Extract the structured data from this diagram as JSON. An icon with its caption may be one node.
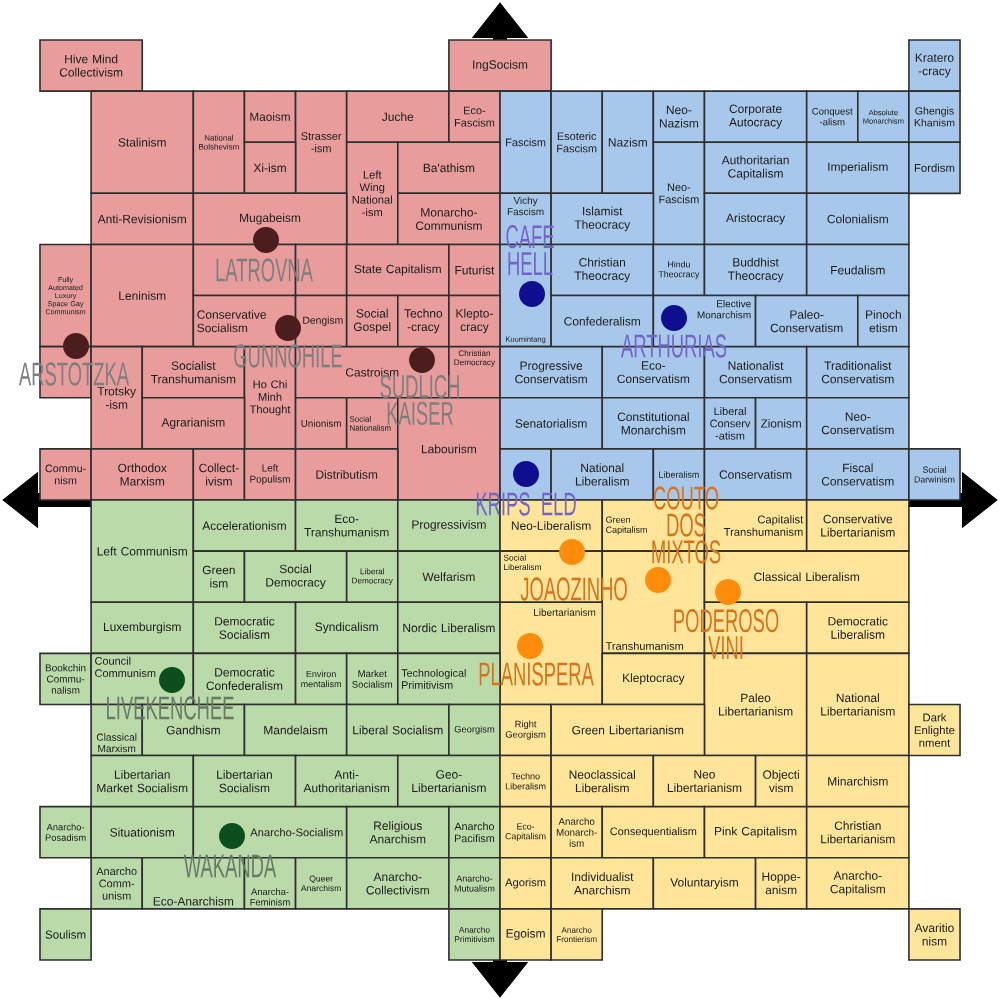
{
  "diagram": {
    "nodes": [
      {
        "text": [
          "Hive Mind Collectivism"
        ]
      },
      {
        "text": [
          "IngSocism"
        ]
      },
      {
        "text": [
          "Kratero -cracy"
        ]
      },
      {
        "text": [
          "Stalinism"
        ]
      },
      {
        "text": [
          "National Bolshevism"
        ]
      },
      {
        "text": [
          "Maoism"
        ]
      },
      {
        "text": [
          "Strasser -ism"
        ]
      },
      {
        "text": [
          "Juche"
        ]
      },
      {
        "text": [
          "Eco-Fascism"
        ]
      },
      {
        "text": [
          "Fascism"
        ]
      },
      {
        "text": [
          "Esoteric Fascism"
        ]
      },
      {
        "text": [
          "Nazism"
        ]
      },
      {
        "text": [
          "Neo-Nazism"
        ]
      },
      {
        "text": [
          "Corporate Autocracy"
        ]
      },
      {
        "text": [
          "Conquest -alism"
        ]
      },
      {
        "text": [
          "Absolute Monarchism"
        ]
      },
      {
        "text": [
          "Ghengis Khanism"
        ]
      },
      {
        "text": [
          "Xi-ism"
        ]
      },
      {
        "text": [
          "Left Wing National -ism"
        ]
      },
      {
        "text": [
          "Ba'athism"
        ]
      },
      {
        "text": [
          "Neo-Fascism"
        ]
      },
      {
        "text": [
          "Authoritarian Capitalism"
        ]
      },
      {
        "text": [
          "Imperialism"
        ]
      },
      {
        "text": [
          "Fordism"
        ]
      },
      {
        "text": [
          "Anti-Revisionism"
        ]
      },
      {
        "text": [
          "Mugabeism"
        ]
      },
      {
        "text": [
          "Monarcho-Communism"
        ]
      },
      {
        "text": [
          "Vichy Fascism"
        ]
      },
      {
        "text": [
          "Islamist Theocracy"
        ]
      },
      {
        "text": [
          "Aristocracy"
        ]
      },
      {
        "text": [
          "Colonialism"
        ]
      },
      {
        "text": [
          "Fully Automated Luxury Space Gay Communism"
        ]
      },
      {
        "text": [
          "Leninism"
        ]
      },
      {
        "text": [],
        "shape": "box"
      },
      {
        "text": [],
        "shape": "box"
      },
      {
        "text": [
          "State Capitalism"
        ]
      },
      {
        "text": [
          "Futurist"
        ]
      },
      {
        "text": [
          "Kuomintang"
        ]
      },
      {
        "text": [
          "Christian Theocracy"
        ]
      },
      {
        "text": [
          "Hindu Theocracy"
        ]
      },
      {
        "text": [
          "Buddhist Theocracy"
        ]
      },
      {
        "text": [
          "Feudalism"
        ]
      },
      {
        "text": [
          "Conservative Socialism"
        ]
      },
      {
        "text": [
          "Dengism"
        ]
      },
      {
        "text": [
          "Social Gospel"
        ]
      },
      {
        "text": [
          "Techno -cracy"
        ]
      },
      {
        "text": [
          "Klepto-cracy"
        ]
      },
      {
        "text": [
          "Confederalism"
        ]
      },
      {
        "text": [
          "Elective Monarchism"
        ]
      },
      {
        "text": [
          "Paleo-Conservatism"
        ]
      },
      {
        "text": [
          "Pinoch etism"
        ]
      },
      {
        "text": [],
        "shape": "box"
      },
      {
        "text": [
          "Trotsky -ism"
        ]
      },
      {
        "text": [
          "Socialist Transhumanism"
        ]
      },
      {
        "text": [
          "Ho Chi Minh Thought"
        ]
      },
      {
        "text": [
          "Castroism"
        ]
      },
      {
        "text": [
          "Christian Democracy"
        ]
      },
      {
        "text": [
          "Progressive Conservatism"
        ]
      },
      {
        "text": [
          "Eco-Conservatism"
        ]
      },
      {
        "text": [
          "Nationalist Conservatism"
        ]
      },
      {
        "text": [
          "Traditionalist Conservatism"
        ]
      },
      {
        "text": [
          "Agrarianism"
        ]
      },
      {
        "text": [
          "Unionism"
        ]
      },
      {
        "text": [
          "Social Nationalism"
        ]
      },
      {
        "text": [
          "Labourism"
        ]
      },
      {
        "text": [
          "Senatorialism"
        ]
      },
      {
        "text": [
          "Constitutional Monarchism"
        ]
      },
      {
        "text": [
          "Liberal Conserv -atism"
        ]
      },
      {
        "text": [
          "Zionism"
        ]
      },
      {
        "text": [
          "Neo-Conservatism"
        ]
      },
      {
        "text": [
          "Commu-nism"
        ]
      },
      {
        "text": [
          "Orthodox Marxism"
        ]
      },
      {
        "text": [
          "Collect-ivism"
        ]
      },
      {
        "text": [
          "Left Populism"
        ]
      },
      {
        "text": [
          "Distributism"
        ]
      },
      {
        "text": [],
        "shape": "box"
      },
      {
        "text": [
          "National Liberalism"
        ]
      },
      {
        "text": [
          "Liberalism"
        ]
      },
      {
        "text": [
          "Conservatism"
        ]
      },
      {
        "text": [
          "Fiscal Conservatism"
        ]
      },
      {
        "text": [
          "Social Darwinism"
        ]
      },
      {
        "text": [
          "Left Communism"
        ]
      },
      {
        "text": [
          "Accelerationism"
        ]
      },
      {
        "text": [
          "Eco-Transhumanism"
        ]
      },
      {
        "text": [
          "Progressivism"
        ]
      },
      {
        "text": [
          "Neo-Liberalism"
        ]
      },
      {
        "text": [
          "Green Capitalism"
        ]
      },
      {
        "text": [
          "Capitalist Transhumanism"
        ]
      },
      {
        "text": [
          "Conservative Libertarianism"
        ]
      },
      {
        "text": [
          "Green ism"
        ]
      },
      {
        "text": [
          "Social Democracy"
        ]
      },
      {
        "text": [
          "Liberal Democracy"
        ]
      },
      {
        "text": [
          "Welfarism"
        ]
      },
      {
        "text": [
          "Social Liberalism"
        ]
      },
      {
        "text": [
          "Transhumanism"
        ]
      },
      {
        "text": [
          "Classical Liberalism"
        ]
      },
      {
        "text": [
          "Luxemburgism"
        ]
      },
      {
        "text": [
          "Democratic Socialism"
        ]
      },
      {
        "text": [
          "Syndicalism"
        ]
      },
      {
        "text": [
          "Nordic Liberalism"
        ]
      },
      {
        "text": [
          "Libertarianism"
        ]
      },
      {
        "text": [],
        "shape": "box"
      },
      {
        "text": [
          "Democratic Liberalism"
        ]
      },
      {
        "text": [
          "Bookchin Commu-nalism"
        ]
      },
      {
        "text": [
          "Council Communism"
        ]
      },
      {
        "text": [
          "Democratic Confederalism"
        ]
      },
      {
        "text": [
          "Environ mentalism"
        ]
      },
      {
        "text": [
          "Market Socialism"
        ]
      },
      {
        "text": [
          "Technological Primitivism"
        ]
      },
      {
        "text": [
          "Kleptocracy"
        ]
      },
      {
        "text": [
          "Paleo Libertarianism"
        ]
      },
      {
        "text": [
          "National Libertarianism"
        ]
      },
      {
        "text": [
          "Classical Marxism"
        ]
      },
      {
        "text": [
          "Gandhism"
        ]
      },
      {
        "text": [
          "Mandelaism"
        ]
      },
      {
        "text": [
          "Liberal Socialism"
        ]
      },
      {
        "text": [
          "Georgism"
        ]
      },
      {
        "text": [
          "Right Georgism"
        ]
      },
      {
        "text": [
          "Green Libertarianism"
        ]
      },
      {
        "text": [
          "Dark Enlighte nment"
        ]
      },
      {
        "text": [
          "Libertarian Market Socialism"
        ]
      },
      {
        "text": [
          "Libertarian Socialism"
        ]
      },
      {
        "text": [
          "Anti-Authoritarianism"
        ]
      },
      {
        "text": [
          "Geo-Libertarianism"
        ]
      },
      {
        "text": [
          "Techno Liberalism"
        ]
      },
      {
        "text": [
          "Neoclassical Liberalism"
        ]
      },
      {
        "text": [
          "Neo Libertarianism"
        ]
      },
      {
        "text": [
          "Objecti vism"
        ]
      },
      {
        "text": [
          "Minarchism"
        ]
      },
      {
        "text": [
          "Anarcho-Posadism"
        ]
      },
      {
        "text": [
          "Situationism"
        ]
      },
      {
        "text": [
          "Anarcho-Socialism"
        ]
      },
      {
        "text": [
          "Religious Anarchism"
        ]
      },
      {
        "text": [
          "Anarcho Pacifism"
        ]
      },
      {
        "text": [
          "Eco-Capitalism"
        ]
      },
      {
        "text": [
          "Anarcho Monarch-ism"
        ]
      },
      {
        "text": [
          "Consequentialism"
        ]
      },
      {
        "text": [
          "Pink Capitalism"
        ]
      },
      {
        "text": [
          "Christian Libertarianism"
        ]
      },
      {
        "text": [
          "Anarcho Comm-unism"
        ]
      },
      {
        "text": [
          "Eco-Anarchism"
        ]
      },
      {
        "text": [
          "Anarcha-Feminism"
        ]
      },
      {
        "text": [
          "Queer Anarchism"
        ]
      },
      {
        "text": [
          "Anarcho-Collectivism"
        ]
      },
      {
        "text": [
          "Anarcho-Mutualism"
        ]
      },
      {
        "text": [
          "Agorism"
        ]
      },
      {
        "text": [
          "Individualist Anarchism"
        ]
      },
      {
        "text": [
          "Voluntaryism"
        ]
      },
      {
        "text": [
          "Hoppe-anism"
        ]
      },
      {
        "text": [
          "Anarcho-Capitalism"
        ]
      },
      {
        "text": [
          "Soulism"
        ]
      },
      {
        "text": [
          "Anarcho Primitivism"
        ]
      },
      {
        "text": [
          "Egoism"
        ]
      },
      {
        "text": [
          "Anarcho Frontierism"
        ]
      },
      {
        "text": [
          "Avaritio nism"
        ]
      }
    ],
    "labels": [
      "CAFE HELL",
      "LATROVNA",
      "ARTHURIAS",
      "GUNNOHILE",
      "ARSTOTZKA",
      "SUDLICH KAISER",
      "COUTO DOS MIXTOS",
      "KRIPS ELD",
      "JOAOZINHO",
      "PODEROSO VINI",
      "PLANISPERA",
      "LIVEKENCHEE",
      "WAKANDA"
    ]
  }
}
